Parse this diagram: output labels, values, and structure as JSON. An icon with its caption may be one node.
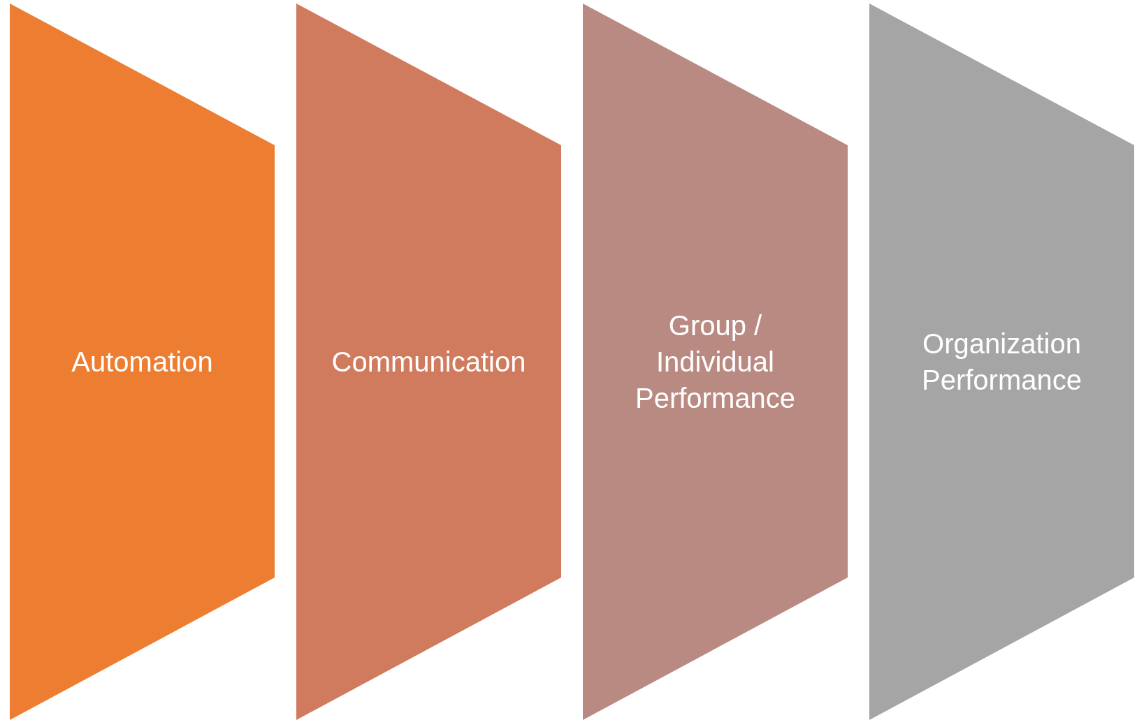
{
  "diagram": {
    "nodes": [
      {
        "text": [
          "Automation"
        ]
      },
      {
        "text": [
          "Communication"
        ]
      },
      {
        "text": [
          "Group / Individual Performance"
        ]
      },
      {
        "text": [
          "Organization Performance"
        ]
      }
    ]
  }
}
